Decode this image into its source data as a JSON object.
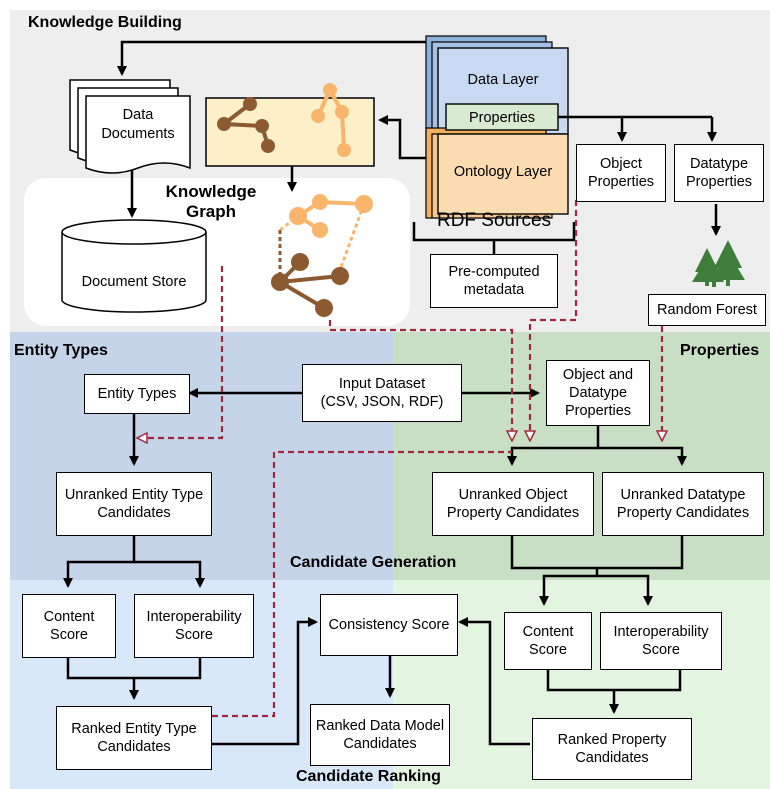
{
  "sections": {
    "knowledge_building": "Knowledge Building",
    "entity_types": "Entity Types",
    "properties": "Properties",
    "candidate_generation": "Candidate Generation",
    "candidate_ranking": "Candidate Ranking"
  },
  "knowledge": {
    "data_documents": "Data Documents",
    "document_store": "Document Store",
    "knowledge_graph": "Knowledge Graph",
    "data_layer": "Data Layer",
    "properties_layer": "Properties",
    "ontology_layer": "Ontology Layer",
    "rdf_sources": "RDF Sources",
    "precomputed_metadata": "Pre-computed metadata",
    "object_properties": "Object Properties",
    "datatype_properties": "Datatype Properties",
    "random_forest": "Random Forest"
  },
  "generation": {
    "input_dataset_line1": "Input Dataset",
    "input_dataset_line2": "(CSV, JSON, RDF)",
    "entity_types_box": "Entity Types",
    "object_datatype_properties": "Object and Datatype Properties",
    "unranked_entity": "Unranked Entity Type Candidates",
    "unranked_object": "Unranked Object Property Candidates",
    "unranked_datatype": "Unranked Datatype Property Candidates"
  },
  "ranking": {
    "content_score_left": "Content Score",
    "interop_score_left": "Interoperability Score",
    "ranked_entity": "Ranked Entity Type Candidates",
    "consistency_score": "Consistency Score",
    "ranked_data_model": "Ranked Data Model Candidates",
    "content_score_right": "Content Score",
    "interop_score_right": "Interoperability Score",
    "ranked_property": "Ranked Property Candidates"
  },
  "colors": {
    "knowledge_bg": "#eeeeee",
    "entity_bg": "#c5d4e8",
    "properties_bg": "#c9dfc5",
    "ranking_left_bg": "#d8e8f8",
    "ranking_right_bg": "#e3f5e0",
    "data_layer": "#c9d9f1",
    "ontology_layer": "#fbdcb0",
    "properties_fill": "#d9ead3",
    "kg_fill": "#fdf0c8",
    "node_brown": "#8b5a30",
    "node_orange": "#f9b56b",
    "dashed_red": "#a0283c",
    "tree_green": "#3e7d3a"
  }
}
